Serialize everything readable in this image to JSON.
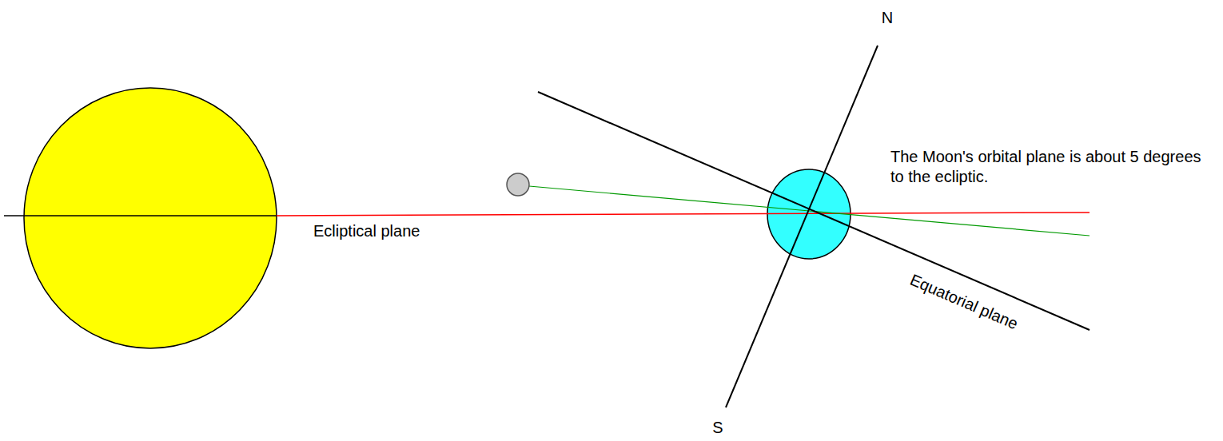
{
  "diagram": {
    "labels": [
      "N",
      "The Moon's orbital plane is about 5 degrees to the ecliptic.",
      "Ecliptical plane",
      "Equatorial plane",
      "S"
    ]
  }
}
